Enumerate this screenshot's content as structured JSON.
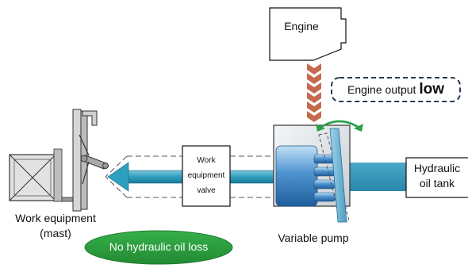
{
  "engine": {
    "label": "Engine"
  },
  "callout": {
    "prefix": "Engine output ",
    "emphasis": "low"
  },
  "valve": {
    "line1": "Work",
    "line2": "equipment",
    "line3": "valve"
  },
  "tank": {
    "line1": "Hydraulic",
    "line2": "oil tank"
  },
  "pump": {
    "label": "Variable pump"
  },
  "work_equipment": {
    "line1": "Work equipment",
    "line2": "(mast)"
  },
  "status_badge": {
    "label": "No hydraulic oil loss"
  },
  "colors": {
    "flow_blue": "#2f9fbf",
    "pump_body": "#3a78b6",
    "drive_chevrons": "#c56a4e",
    "tilt_arrow": "#2aa04a",
    "badge_green": "#2e9e3e"
  }
}
